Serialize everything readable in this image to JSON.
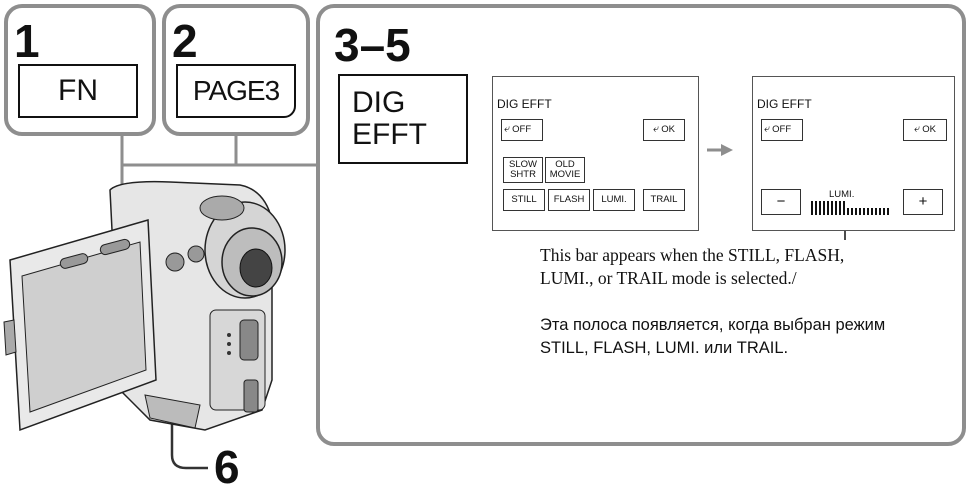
{
  "steps": {
    "step1": {
      "number": "1",
      "key": "FN"
    },
    "step2": {
      "number": "2",
      "key": "PAGE3"
    },
    "step3": {
      "number": "3–5",
      "key_line1": "DIG",
      "key_line2": "EFFT"
    },
    "step6": {
      "number": "6"
    }
  },
  "screen_menu": {
    "title": "DIG  EFFT",
    "off_label": "OFF",
    "ok_label": "OK",
    "slow_shtr": [
      "SLOW",
      "SHTR"
    ],
    "old_movie": [
      "OLD",
      "MOVIE"
    ],
    "modes": [
      "STILL",
      "FLASH",
      "LUMI.",
      "TRAIL"
    ]
  },
  "screen_adjust": {
    "title": "DIG  EFFT",
    "off_label": "OFF",
    "ok_label": "OK",
    "minus_label": "−",
    "plus_label": "+",
    "bar_label": "LUMI.",
    "bar_level": 0.45
  },
  "caption": {
    "english": "This bar appears when the STILL, FLASH, LUMI., or TRAIL mode is selected./",
    "russian": "Эта полоса появляется, когда выбран режим STILL, FLASH, LUMI. или TRAIL."
  },
  "colors": {
    "frame": "#8e8e8e",
    "ink": "#111111"
  }
}
